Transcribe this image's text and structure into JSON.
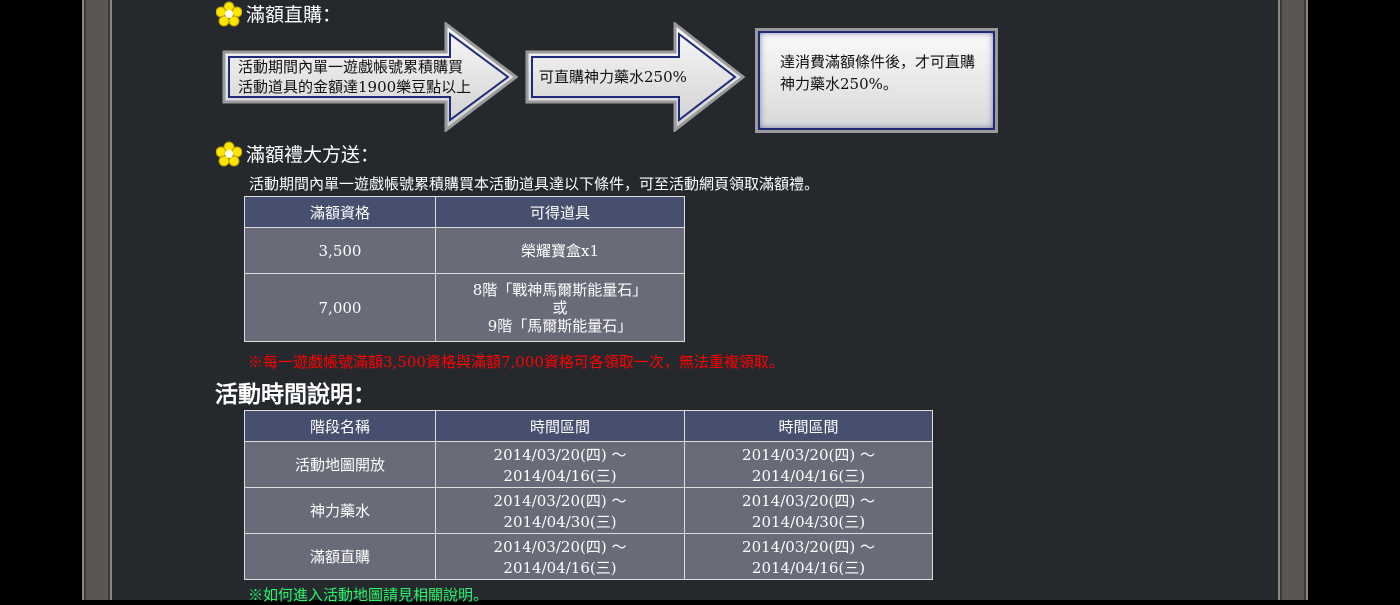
{
  "section1": {
    "title": "滿額直購：",
    "step1": [
      "活動期間內單一遊戲帳號累積購買",
      "活動道具的金額達1900樂豆點以上"
    ],
    "step2": "可直購神力藥水250%",
    "step3": [
      "達消費滿額條件後，才可直購",
      "神力藥水250%。"
    ]
  },
  "section2": {
    "title": "滿額禮大方送：",
    "desc": "活動期間內單一遊戲帳號累積購買本活動道具達以下條件，可至活動網頁領取滿額禮。",
    "headers": [
      "滿額資格",
      "可得道具"
    ],
    "rows": [
      {
        "amount": "3,500",
        "item": [
          "榮耀寶盒x1"
        ]
      },
      {
        "amount": "7,000",
        "item": [
          "8階「戰神馬爾斯能量石」",
          "或",
          "9階「馬爾斯能量石」"
        ]
      }
    ],
    "note": "※每一遊戲帳號滿額3,500資格與滿額7,000資格可各領取一次，無法重複領取。"
  },
  "section3": {
    "title": "活動時間說明：",
    "headers": [
      "階段名稱",
      "時間區間",
      "時間區間"
    ],
    "rows": [
      [
        "活動地圖開放",
        "2014/03/20(四) ～ 2014/04/16(三)",
        "2014/03/20(四) ～ 2014/04/16(三)"
      ],
      [
        "神力藥水",
        "2014/03/20(四) ～ 2014/04/30(三)",
        "2014/03/20(四) ～ 2014/04/30(三)"
      ],
      [
        "滿額直購",
        "2014/03/20(四) ～ 2014/04/16(三)",
        "2014/03/20(四) ～ 2014/04/16(三)"
      ]
    ],
    "note": "※如何進入活動地圖請見相關說明。"
  },
  "colors": {
    "header": "#474f6e",
    "cell": "#696b79",
    "red": "#ff0000",
    "green": "#29f56a"
  }
}
